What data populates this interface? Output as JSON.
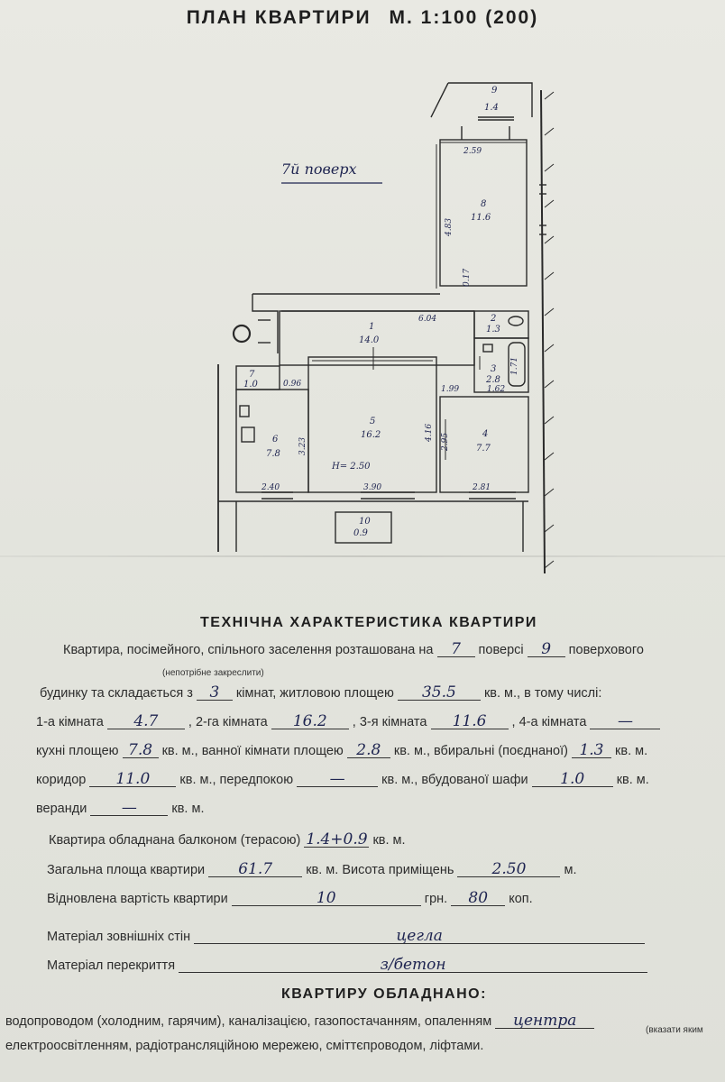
{
  "header": {
    "title": "ПЛАН КВАРТИРИ",
    "scale": "М. 1:100 (200)"
  },
  "plan": {
    "floor_note": "7й поверх",
    "rooms": [
      {
        "id": "9",
        "area": "1.4"
      },
      {
        "id": "8",
        "area": "11.6"
      },
      {
        "id": "1",
        "area": "14.0"
      },
      {
        "id": "2",
        "area": "1.3"
      },
      {
        "id": "3",
        "area": "2.8"
      },
      {
        "id": "7",
        "area": "1.0"
      },
      {
        "id": "6",
        "area": "7.8"
      },
      {
        "id": "5",
        "area": "16.2"
      },
      {
        "id": "4",
        "area": "7.7"
      },
      {
        "id": "10",
        "area": "0.9"
      }
    ],
    "dims": {
      "d259": "2.59",
      "d483": "4.83",
      "d017": "0.17",
      "d604": "6.04",
      "d171": "1.71",
      "d162": "1.62",
      "d199": "1.99",
      "d096": "0.96",
      "d323": "3.23",
      "d416": "4.16",
      "d295": "2.95",
      "d240": "2.40",
      "d390": "3.90",
      "d281": "2.81",
      "height": "H= 2.50"
    }
  },
  "tech": {
    "heading": "ТЕХНІЧНА   ХАРАКТЕРИСТИКА   КВАРТИРИ",
    "l1a": "Квартира, посімейного, спільного заселення розташована на",
    "l1b": "поверсі",
    "l1c": "поверхового",
    "floor": "7",
    "floors_total": "9",
    "strike_note": "(непотрібне закреслити)",
    "l2a": "будинку та складається з",
    "rooms_count": "3",
    "l2b": "кімнат, житловою площею",
    "living_area": "35.5",
    "l2c": "кв. м., в тому числі:",
    "l3a": "1-а кімната",
    "r1": "4.7",
    "l3b": ",  2-га кімната",
    "r2": "16.2",
    "l3c": ", 3-я кімната",
    "r3": "11.6",
    "l3d": ", 4-а кімната",
    "r4": "—",
    "l4a": "кухні площею",
    "kitchen": "7.8",
    "l4b": "кв. м., ванної кімнати площею",
    "bath": "2.8",
    "l4c": "кв. м., вбиральні (поєднаної)",
    "toilet": "1.3",
    "l4d": "кв. м.",
    "l5a": "коридор",
    "corridor": "11.0",
    "l5b": "кв. м., передпокою",
    "hall": "—",
    "l5c": "кв. м., вбудованої шафи",
    "closet": "1.0",
    "l5d": "кв. м.",
    "l6a": "веранди",
    "veranda": "—",
    "l6b": "кв.  м.",
    "l7a": "Квартира обладнана балконом (терасою)",
    "balcony": "1.4+0.9",
    "l7b": "кв. м.",
    "l8a": "Загальна площа квартири",
    "total_area": "61.7",
    "l8b": "кв. м.   Висота приміщень",
    "room_height": "2.50",
    "l8c": "м.",
    "l9a": "Відновлена вартість квартири",
    "cost_uah": "10",
    "l9b": "грн.",
    "cost_kop": "80",
    "l9c": "коп.",
    "l10a": "Матеріал зовнішніх стін",
    "walls": "цегла",
    "l11a": "Матеріал перекриття",
    "ceiling": "з/бетон"
  },
  "equip": {
    "heading": "КВАРТИРУ   ОБЛАДНАНО:",
    "line1": "водопроводом (холодним, гарячим), каналізацією, газопостачанням, опаленням",
    "heating": "центра",
    "hint": "(вказати яким",
    "line2": "електроосвітленням, радіотрансляційною мережею, сміттєпроводом, ліфтами."
  }
}
